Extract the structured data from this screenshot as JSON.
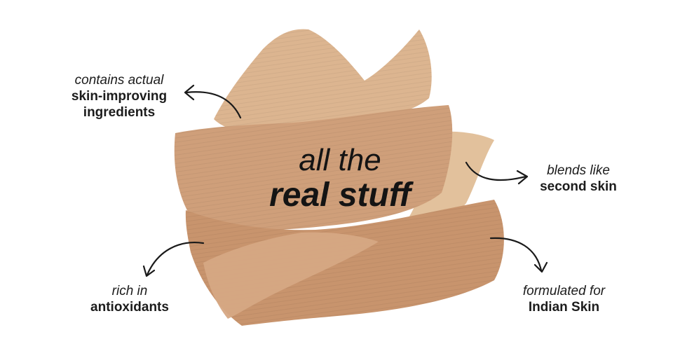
{
  "headline": {
    "line1": "all the",
    "line2": "real stuff"
  },
  "callouts": {
    "top_left": {
      "line1": "contains actual",
      "line2": "skin-improving",
      "line3": "ingredients"
    },
    "right": {
      "line1": "blends like",
      "line2": "second skin"
    },
    "bottom_left": {
      "line1": "rich in",
      "line2": "antioxidants"
    },
    "bottom_right": {
      "line1": "formulated for",
      "line2": "Indian Skin"
    }
  },
  "colors": {
    "swatch_light": "#dcb590",
    "swatch_mid": "#cf9f7a",
    "swatch_deep": "#c8946d",
    "swatch_pale": "#e2c19c",
    "text": "#1c1c1c",
    "arrow": "#1a1a1a"
  },
  "icons": [
    "curved-arrow-icon"
  ]
}
